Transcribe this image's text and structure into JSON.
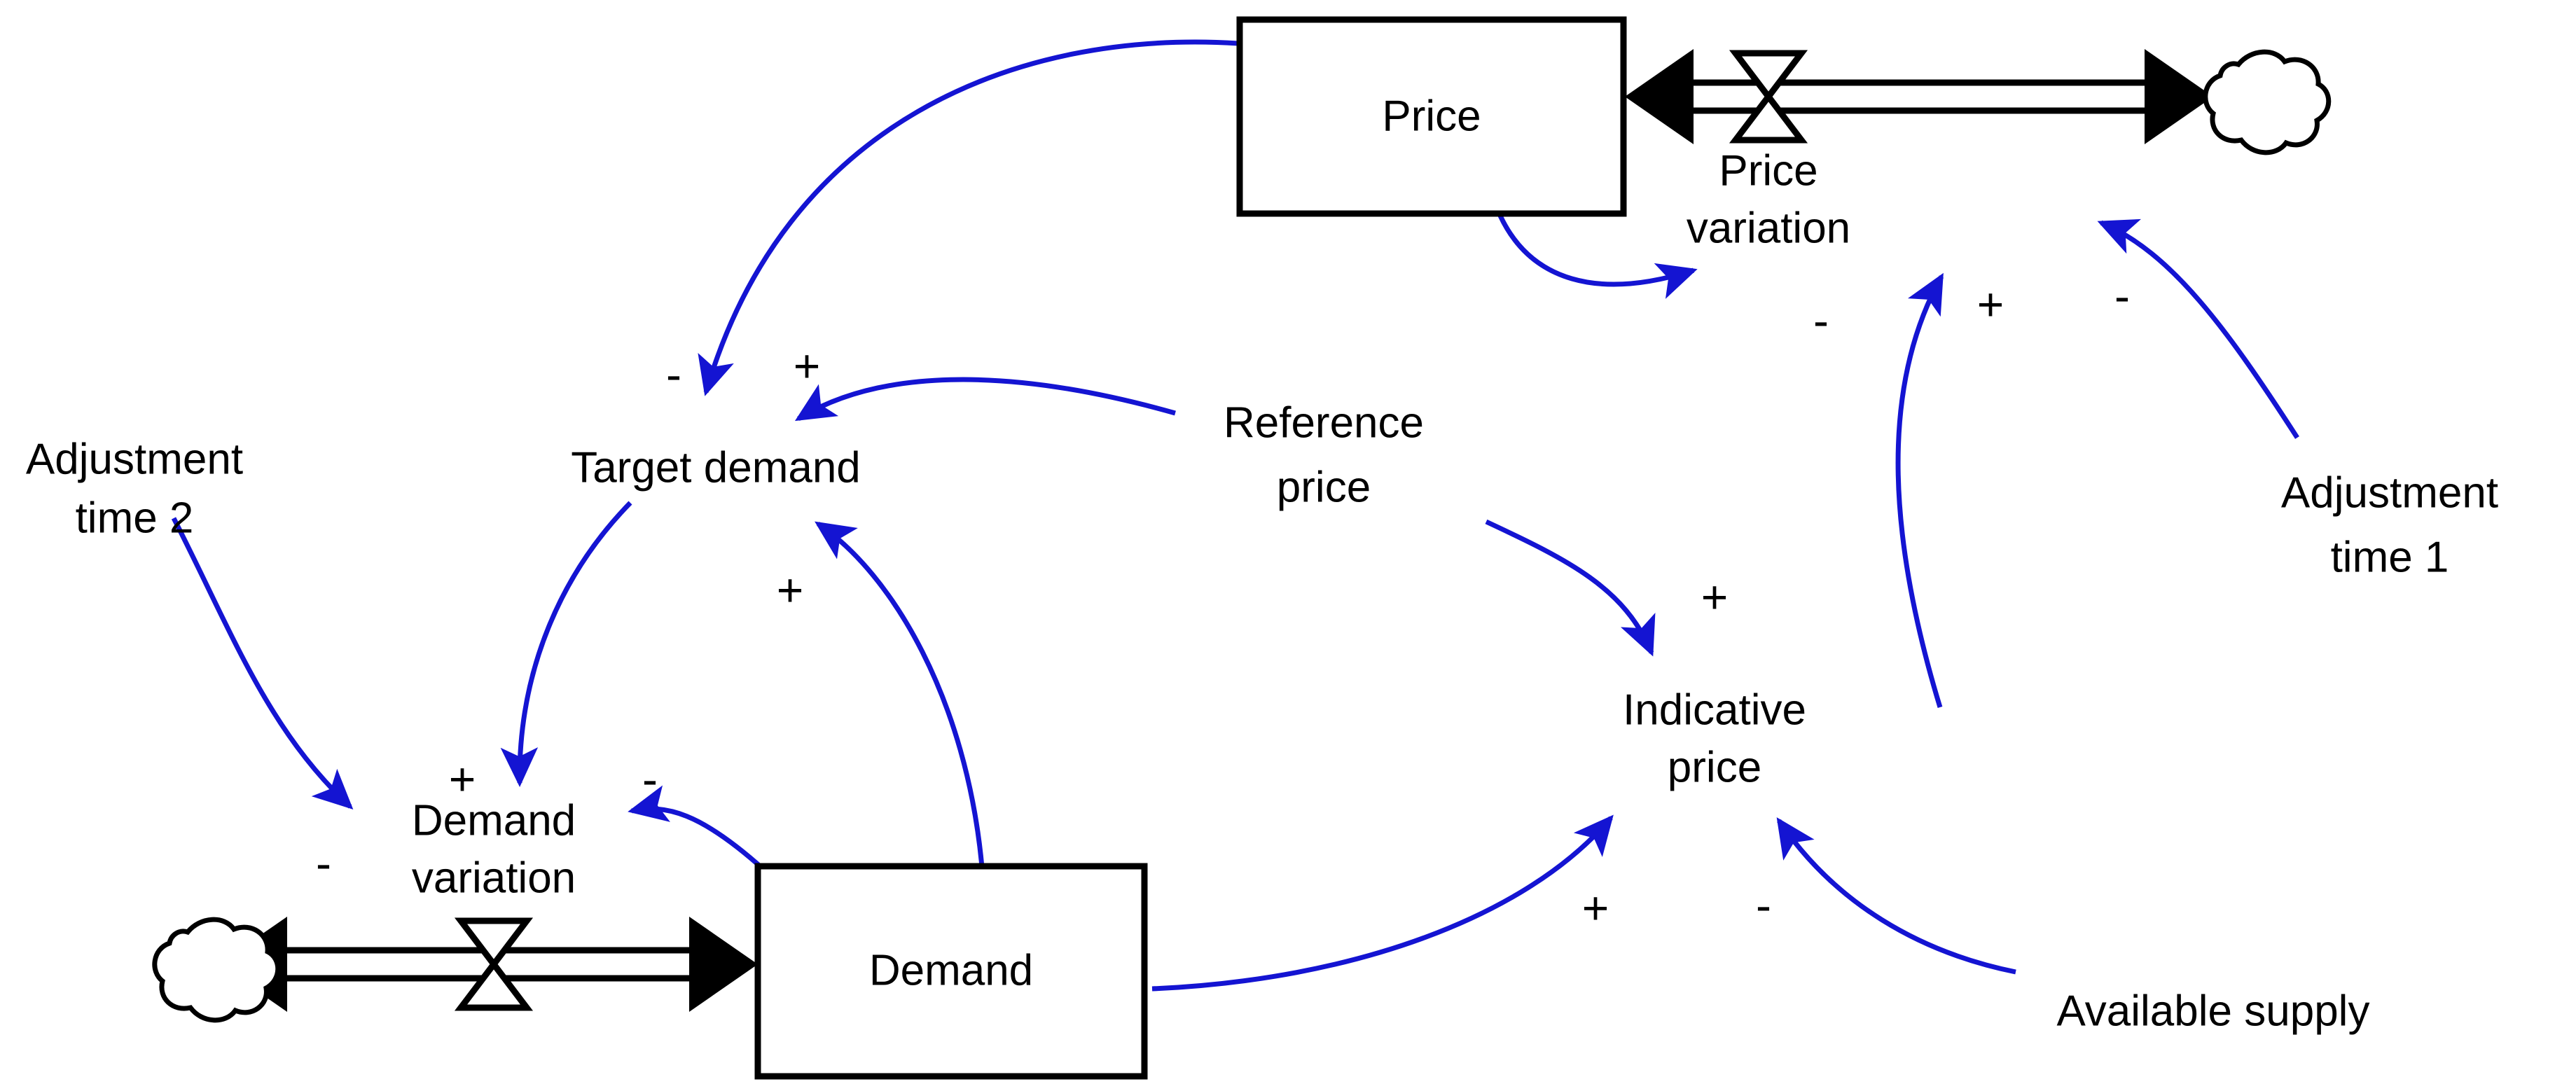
{
  "diagram": {
    "title": "Price and demand causal loop / stock-and-flow diagram",
    "colors": {
      "link": "#1414d2",
      "stock_outline": "#000000",
      "background": "#ffffff",
      "text": "#000000"
    },
    "stocks": [
      {
        "id": "price",
        "label": "Price"
      },
      {
        "id": "demand",
        "label": "Demand"
      }
    ],
    "flows": [
      {
        "id": "price-variation",
        "label_line1": "Price",
        "label_line2": "variation",
        "label": "Price variation"
      },
      {
        "id": "demand-variation",
        "label_line1": "Demand",
        "label_line2": "variation",
        "label": "Demand variation"
      }
    ],
    "variables": [
      {
        "id": "target-demand",
        "label": "Target demand"
      },
      {
        "id": "reference-price",
        "label_line1": "Reference",
        "label_line2": "price",
        "label": "Reference price"
      },
      {
        "id": "indicative-price",
        "label_line1": "Indicative",
        "label_line2": "price",
        "label": "Indicative price"
      },
      {
        "id": "adjustment-time-1",
        "label_line1": "Adjustment",
        "label_line2": "time 1",
        "label": "Adjustment time 1"
      },
      {
        "id": "adjustment-time-2",
        "label_line1": "Adjustment",
        "label_line2": "time 2",
        "label": "Adjustment time 2"
      },
      {
        "id": "available-supply",
        "label": "Available supply"
      }
    ],
    "links": [
      {
        "id": "price-to-target-demand",
        "from": "price",
        "to": "target-demand",
        "polarity": "-"
      },
      {
        "id": "reference-price-to-target-demand",
        "from": "reference-price",
        "to": "target-demand",
        "polarity": "+"
      },
      {
        "id": "demand-to-target-demand",
        "from": "demand",
        "to": "target-demand",
        "polarity": "+"
      },
      {
        "id": "target-demand-to-demand-variation",
        "from": "target-demand",
        "to": "demand-variation",
        "polarity": "+"
      },
      {
        "id": "demand-to-demand-variation",
        "from": "demand",
        "to": "demand-variation",
        "polarity": "-"
      },
      {
        "id": "adjustment-time-2-to-demand-variation",
        "from": "adjustment-time-2",
        "to": "demand-variation",
        "polarity": "-"
      },
      {
        "id": "price-to-price-variation",
        "from": "price",
        "to": "price-variation",
        "polarity": "-"
      },
      {
        "id": "indicative-price-to-price-variation",
        "from": "indicative-price",
        "to": "price-variation",
        "polarity": "+"
      },
      {
        "id": "adjustment-time-1-to-price-variation",
        "from": "adjustment-time-1",
        "to": "price-variation",
        "polarity": "-"
      },
      {
        "id": "reference-price-to-indicative-price",
        "from": "reference-price",
        "to": "indicative-price",
        "polarity": "+"
      },
      {
        "id": "demand-to-indicative-price",
        "from": "demand",
        "to": "indicative-price",
        "polarity": "+"
      },
      {
        "id": "available-supply-to-indicative-price",
        "from": "available-supply",
        "to": "indicative-price",
        "polarity": "-"
      }
    ],
    "polarity_marks": {
      "price_to_target_demand": "-",
      "reference_price_to_target_demand": "+",
      "demand_to_target_demand": "+",
      "target_demand_to_demand_variation": "+",
      "demand_to_demand_variation": "-",
      "adjustment_time_2_to_demand_variation": "-",
      "price_to_price_variation": "-",
      "indicative_price_to_price_variation": "+",
      "adjustment_time_1_to_price_variation": "-",
      "reference_price_to_indicative_price": "+",
      "demand_to_indicative_price": "+",
      "available_supply_to_indicative_price": "-"
    }
  }
}
